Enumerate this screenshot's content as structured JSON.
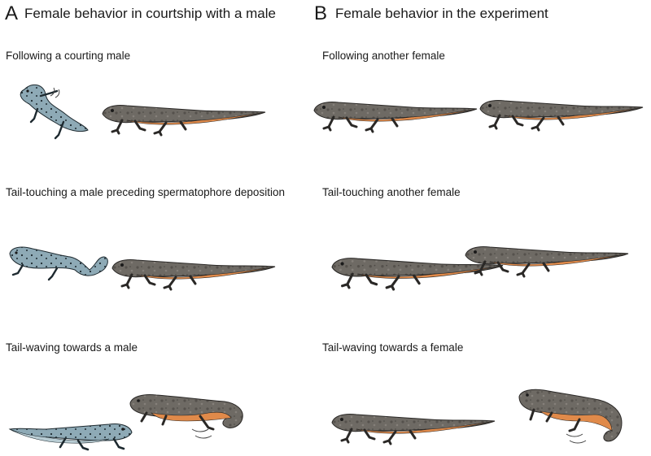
{
  "panel_a": {
    "letter": "A",
    "title": "Female behavior in courtship with a male",
    "rows": [
      "Following a courting male",
      "Tail-touching a male preceding spermatophore deposition",
      "Tail-waving towards a male"
    ]
  },
  "panel_b": {
    "letter": "B",
    "title": "Female behavior in the experiment",
    "rows": [
      "Following another female",
      "Tail-touching another female",
      "Tail-waving towards a female"
    ]
  },
  "colors": {
    "female_body": "#6e6a64",
    "female_belly": "#e08a4a",
    "male_body": "#8eaab6",
    "male_spots": "#1e2a30"
  }
}
